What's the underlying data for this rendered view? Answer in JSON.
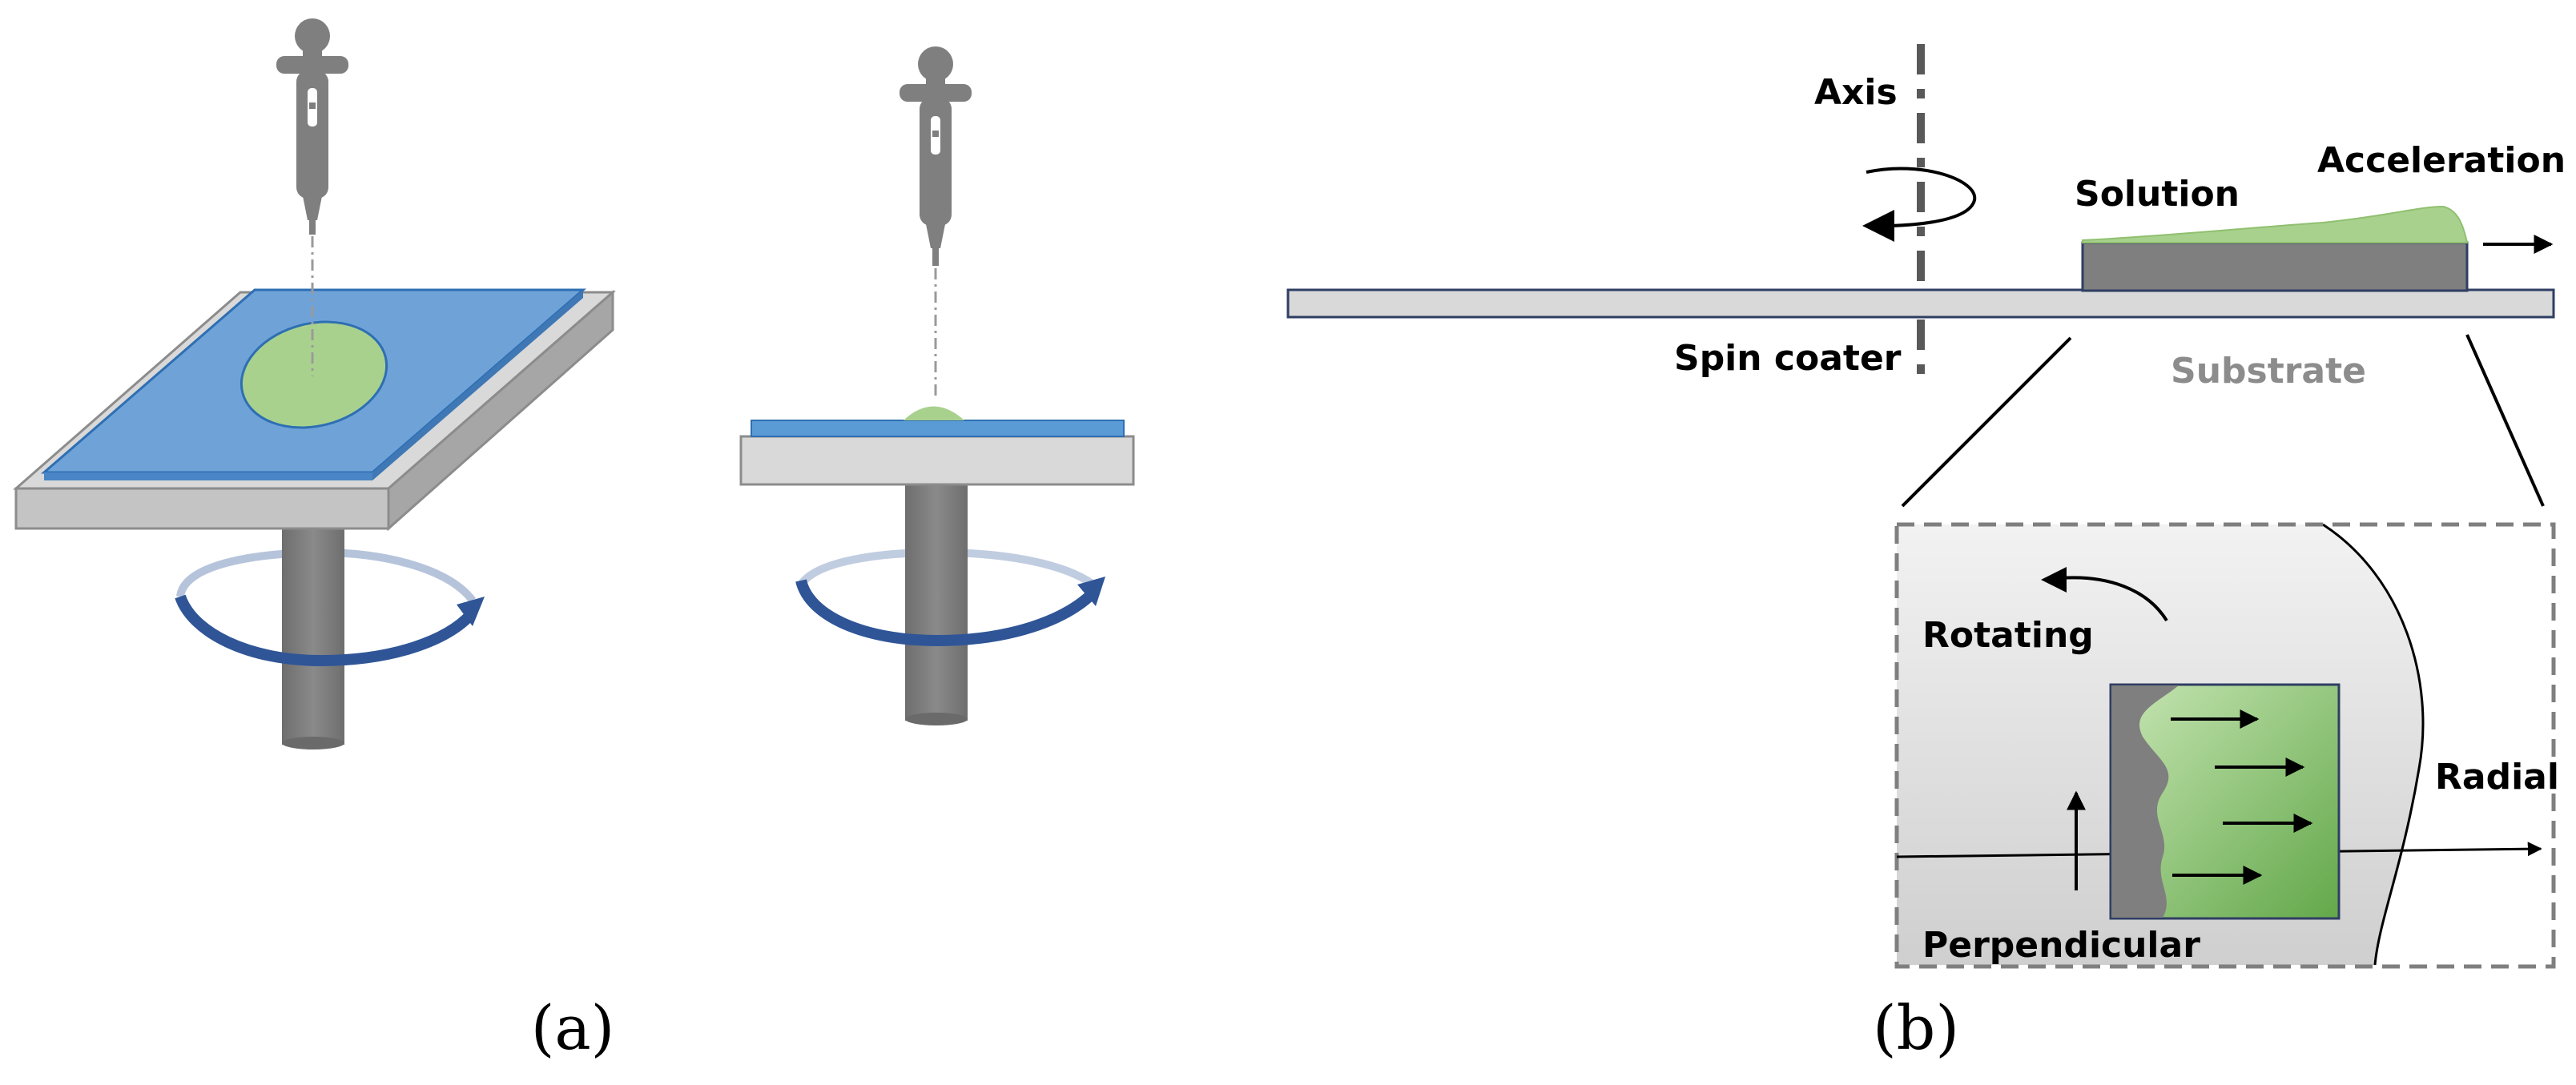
{
  "panel_a": {
    "caption": "(a)"
  },
  "panel_b": {
    "caption": "(b)",
    "labels": {
      "axis": "Axis",
      "solution": "Solution",
      "acceleration": "Acceleration",
      "spin_coater": "Spin coater",
      "substrate": "Substrate",
      "rotating": "Rotating",
      "radial": "Radial",
      "perpendicular": "Perpendicular"
    }
  },
  "colors": {
    "substrate_blue": "#5b9bd5",
    "solution_green": "#a9d18e",
    "stage_gray": "#7f7f7f",
    "plate_light": "#d9d9d9",
    "arrow_blue": "#2f5597",
    "label_gray": "#8c8c8c"
  }
}
